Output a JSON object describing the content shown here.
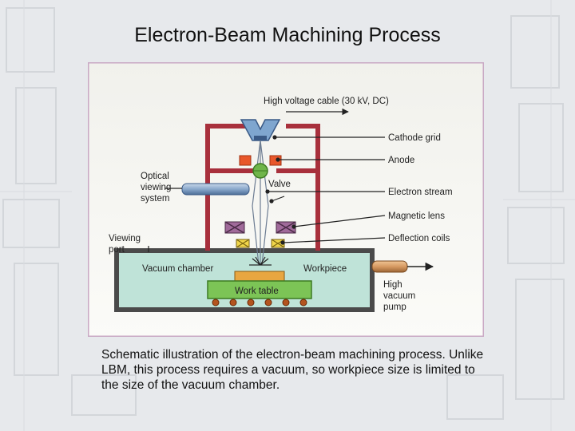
{
  "title": "Electron-Beam Machining Process",
  "caption": "Schematic illustration of the electron-beam machining process. Unlike LBM, this process requires a vacuum, so workpiece size is limited to the size of the vacuum chamber.",
  "diagram": {
    "labels": {
      "high_voltage_cable": "High voltage cable (30 kV, DC)",
      "cathode_grid": "Cathode grid",
      "anode": "Anode",
      "electron_stream": "Electron stream",
      "magnetic_lens": "Magnetic lens",
      "deflection_coils": "Deflection coils",
      "optical_viewing_1": "Optical",
      "optical_viewing_2": "viewing",
      "optical_viewing_3": "system",
      "valve": "Valve",
      "viewing_port_1": "Viewing",
      "viewing_port_2": "port",
      "vacuum_chamber": "Vacuum chamber",
      "workpiece": "Workpiece",
      "work_table": "Work table",
      "pump_1": "High",
      "pump_2": "vacuum",
      "pump_3": "pump"
    },
    "colors": {
      "frame": "#a8303c",
      "chamber_fill": "#bfe3d8",
      "chamber_stroke": "#4a4a4a",
      "table": "#7cc456",
      "workpiece": "#e8a640",
      "anode": "#e8572a",
      "lens": "#a06a9a",
      "coil": "#f0d64a",
      "cathode": "#7fa6cf",
      "pipe": "#d69a62"
    }
  }
}
